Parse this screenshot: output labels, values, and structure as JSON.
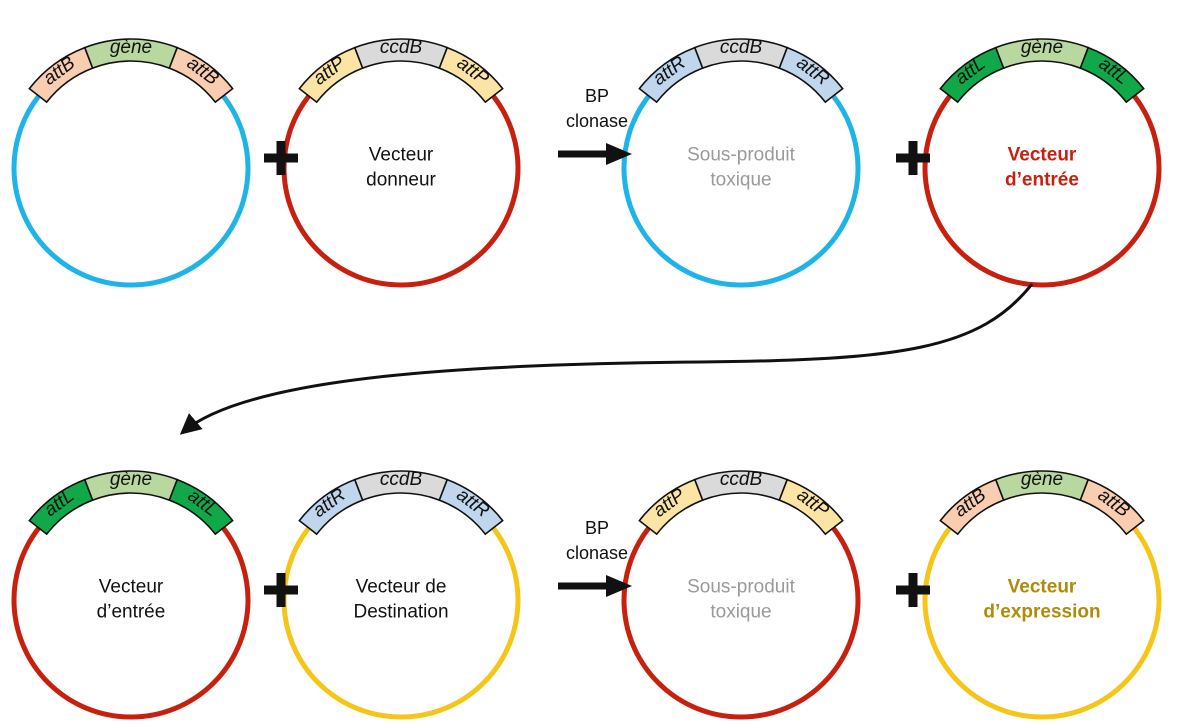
{
  "colors": {
    "blue": "#1EB4E8",
    "red": "#C8200F",
    "yellow": "#F5C518",
    "peach": "#F8CDB0",
    "green_light": "#B8D8A0",
    "gray": "#DADADA",
    "light_yellow": "#FCE5A4",
    "light_blue": "#BFD6EC",
    "dark_green": "#11A84A",
    "text_dark": "#111111",
    "text_gray": "#9A9A9A",
    "text_red": "#C8200F",
    "text_gold": "#B08A08"
  },
  "rows": [
    {
      "plasmids": [
        {
          "id": "attB-gene",
          "ring_color": "blue",
          "segments": [
            {
              "label": "attB",
              "fill": "peach"
            },
            {
              "label": "gène",
              "fill": "green_light"
            },
            {
              "label": "attB",
              "fill": "peach"
            }
          ],
          "center_lines": [],
          "center_color": "text_dark",
          "center_bold": false
        },
        {
          "id": "donor-vector",
          "ring_color": "red",
          "segments": [
            {
              "label": "attP",
              "fill": "light_yellow"
            },
            {
              "label": "ccdB",
              "fill": "gray"
            },
            {
              "label": "attP",
              "fill": "light_yellow"
            }
          ],
          "center_lines": [
            "Vecteur",
            "donneur"
          ],
          "center_color": "text_dark",
          "center_bold": false
        },
        {
          "id": "toxic-byproduct-1",
          "ring_color": "blue",
          "segments": [
            {
              "label": "attR",
              "fill": "light_blue"
            },
            {
              "label": "ccdB",
              "fill": "gray"
            },
            {
              "label": "attR",
              "fill": "light_blue"
            }
          ],
          "center_lines": [
            "Sous-produit",
            "toxique"
          ],
          "center_color": "text_gray",
          "center_bold": false
        },
        {
          "id": "entry-vector-1",
          "ring_color": "red",
          "segments": [
            {
              "label": "attL",
              "fill": "dark_green"
            },
            {
              "label": "gène",
              "fill": "green_light"
            },
            {
              "label": "attL",
              "fill": "dark_green"
            }
          ],
          "center_lines": [
            "Vecteur",
            "d’entrée"
          ],
          "center_color": "text_red",
          "center_bold": true
        }
      ],
      "plus_signs": [
        "+",
        "+"
      ],
      "arrow_label": [
        "BP",
        "clonase"
      ]
    },
    {
      "plasmids": [
        {
          "id": "entry-vector-2",
          "ring_color": "red",
          "segments": [
            {
              "label": "attL",
              "fill": "dark_green"
            },
            {
              "label": "gène",
              "fill": "green_light"
            },
            {
              "label": "attL",
              "fill": "dark_green"
            }
          ],
          "center_lines": [
            "Vecteur",
            "d’entrée"
          ],
          "center_color": "text_dark",
          "center_bold": false
        },
        {
          "id": "destination-vector",
          "ring_color": "yellow",
          "segments": [
            {
              "label": "attR",
              "fill": "light_blue"
            },
            {
              "label": "ccdB",
              "fill": "gray"
            },
            {
              "label": "attR",
              "fill": "light_blue"
            }
          ],
          "center_lines": [
            "Vecteur de",
            "Destination"
          ],
          "center_color": "text_dark",
          "center_bold": false
        },
        {
          "id": "toxic-byproduct-2",
          "ring_color": "red",
          "segments": [
            {
              "label": "attP",
              "fill": "light_yellow"
            },
            {
              "label": "ccdB",
              "fill": "gray"
            },
            {
              "label": "attP",
              "fill": "light_yellow"
            }
          ],
          "center_lines": [
            "Sous-produit",
            "toxique"
          ],
          "center_color": "text_gray",
          "center_bold": false
        },
        {
          "id": "expression-vector",
          "ring_color": "yellow",
          "segments": [
            {
              "label": "attB",
              "fill": "peach"
            },
            {
              "label": "gène",
              "fill": "green_light"
            },
            {
              "label": "attB",
              "fill": "peach"
            }
          ],
          "center_lines": [
            "Vecteur",
            "d’expression"
          ],
          "center_color": "text_gold",
          "center_bold": true
        }
      ],
      "plus_signs": [
        "+",
        "+"
      ],
      "arrow_label": [
        "BP",
        "clonase"
      ]
    }
  ]
}
